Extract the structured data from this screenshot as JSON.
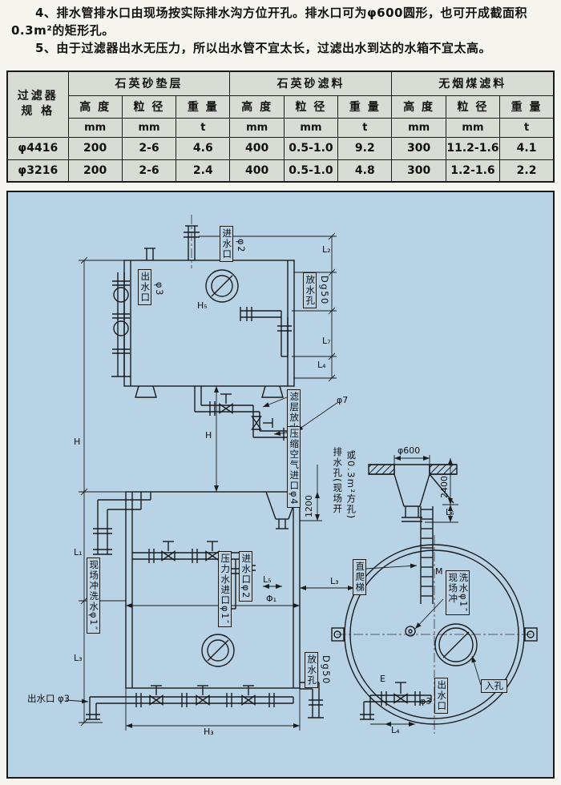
{
  "notes": {
    "n4": "4、排水管排水口由现场按实际排水沟方位开孔。排水口可为φ600圆形，也可开成截面积0.3m²的矩形孔。",
    "n5": "5、由于过滤器出水无压力，所以出水管不宜太长，过滤出水到达的水箱不宜太高。"
  },
  "table": {
    "corner1": "过滤器",
    "corner2": "规  格",
    "groups": [
      "石英砂垫层",
      "石英砂滤料",
      "无烟煤滤料"
    ],
    "cols": [
      "高 度",
      "粒 径",
      "重 量"
    ],
    "units": [
      "mm",
      "mm",
      "t"
    ],
    "rows": [
      [
        "φ4416",
        "200",
        "2-6",
        "4.6",
        "400",
        "0.5-1.0",
        "9.2",
        "300",
        "11.2-1.6",
        "4.1"
      ],
      [
        "φ3216",
        "200",
        "2-6",
        "2.4",
        "400",
        "0.5-1.0",
        "4.8",
        "300",
        "1.2-1.6",
        "2.2"
      ]
    ]
  },
  "drawing": {
    "inlet": "进水口",
    "inlet_dia": "φ2",
    "outlet": "出水口",
    "outlet_dia": "φ3",
    "outlet_full": "出水口 φ3",
    "drain_hole": "放水孔",
    "drain_dia": "Dg50",
    "layer_drain": "滤层放水",
    "air_inlet": "压缩空气进口",
    "air_dia": "φ4",
    "dia7": "φ7",
    "site_wash": "现场冲洗水",
    "wash_dia": "φ1″",
    "pressure_inlet": "压力水进口",
    "drain_open_1": "排水孔(现场开",
    "drain_open_2": "或0.3m²方孔)",
    "dia600": "φ600",
    "ladder": "直爬梯",
    "site_wash_r1": "现场冲",
    "site_wash_r2": "洗水φ1″",
    "manhole": "入孔",
    "dims": {
      "h": "H",
      "h3": "H₃",
      "h5": "H₅",
      "l1": "L₁",
      "l2": "L₂",
      "l3": "L₃",
      "l4": "L₄",
      "l5": "L₅",
      "l6": "L₆",
      "l7": "L₇",
      "d1200": "1200",
      "d2400": "2400",
      "phi1": "Φ₁",
      "m": "M",
      "e": "E"
    }
  }
}
